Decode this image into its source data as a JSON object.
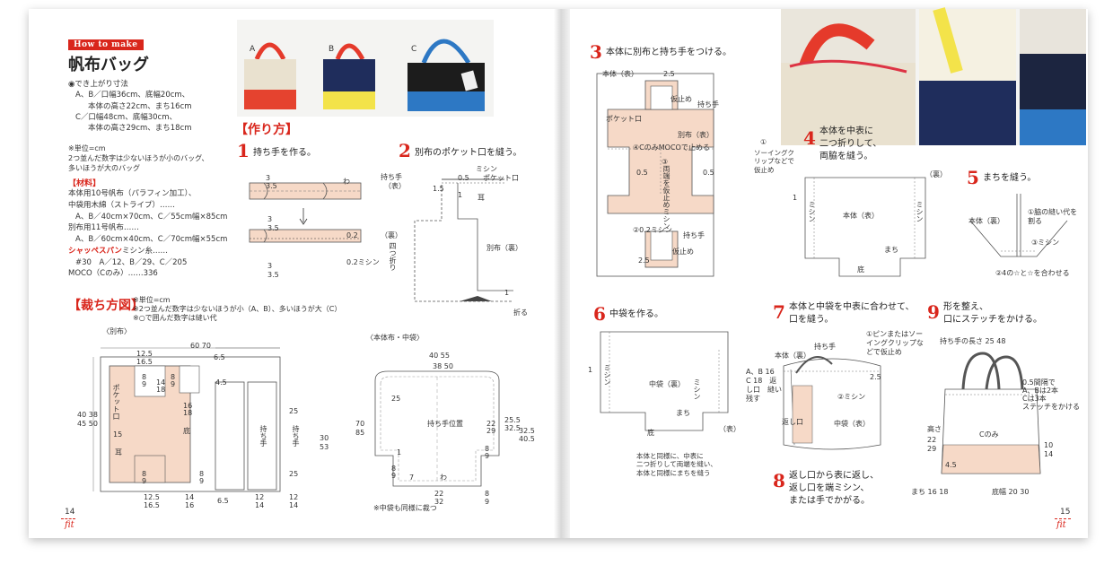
{
  "left": {
    "tag": "How to make",
    "title": "帆布バッグ",
    "spec_lines": [
      "◉でき上がり寸法",
      "A、B／口幅36cm、底幅20cm、",
      "本体の高さ22cm、まち16cm",
      "C／口幅48cm、底幅30cm、",
      "本体の高さ29cm、まち18cm"
    ],
    "note_lines": [
      "※単位=cm",
      "2つ並んだ数字は少ないほうが小のバッグ、",
      "多いほうが大のバッグ"
    ],
    "materials_heading": "【材料】",
    "materials_lines": [
      "本体用10号帆布（パラフィン加工）、",
      "中袋用木綿（ストライプ）……",
      "A、B／40cm×70cm、C／55cm幅×85cm",
      "別布用11号帆布……",
      "A、B／60cm×40cm、C／70cm幅×55cm",
      "ミシン糸……",
      "#30　A／12、B／29、C／205",
      "MOCO（Cのみ）……336"
    ],
    "materials_brand": "シャッペスパン",
    "photo_labels": [
      "A",
      "B",
      "C"
    ],
    "howto_heading": "【作り方】",
    "step1": {
      "num": "1",
      "text": "持ち手を作る。"
    },
    "step2": {
      "num": "2",
      "text": "別布のポケット口を縫う。"
    },
    "cut_heading": "【裁ち方図】",
    "cut_notes": [
      "※単位=cm",
      "※2つ並んだ数字は少ないほうが小（A、B）、多いほうが大（C）",
      "※○で囲んだ数字は縫い代"
    ],
    "bessfu_label": "〈別布〉",
    "honntai_label": "〈本体布・中袋〉",
    "nakafukuro_note": "※中袋も同様に裁つ",
    "page_num": "14",
    "fit_logo": "fit",
    "s1": {
      "d1": "3",
      "d2": "3.5",
      "wa": "わ",
      "mochite": "持ち手",
      "omote": "（表）",
      "d3": "3",
      "d4": "3.5",
      "d5": "0.2",
      "mishin": "0.2ミシン",
      "ura": "（裏）",
      "yotsu": "四つ折り"
    },
    "s2": {
      "mishin": "ミシン",
      "pocket": "ポケット口",
      "d05": "0.5",
      "d15": "1.5",
      "d1": "1",
      "mimi": "耳",
      "bess": "別布（裏）",
      "oru": "折る"
    },
    "c1": {
      "w": "60 70",
      "w2": "12.5",
      "w3": "16.5",
      "w4": "6.5",
      "h1": "40 38",
      "h2": "45 50",
      "p8": "8",
      "p9": "9",
      "p14": "14",
      "p16": "16",
      "p18": "18",
      "p45": "4.5",
      "pocket": "ポケット口",
      "c15": "15",
      "soko": "底",
      "mimi": "耳",
      "mochite": "持ち手",
      "c25": "25",
      "d3050": "30",
      "d53": "53",
      "d12": "12",
      "d14": "14"
    },
    "c2": {
      "w1": "40 55",
      "w2": "38 50",
      "h1": "70",
      "h2": "85",
      "c25": "25",
      "mochite_pos": "持ち手位置",
      "d22": "22",
      "d29": "29",
      "d255": "25.5",
      "d325": "32.5",
      "d3255": "32.5",
      "d405": "40.5",
      "wa": "わ",
      "d8": "8",
      "d9": "9",
      "d7": "7",
      "d1": "1",
      "d32": "32"
    }
  },
  "right": {
    "step3": {
      "num": "3",
      "text": "本体に別布と持ち手をつける。"
    },
    "s3": {
      "honntai": "本体（表）",
      "d25": "2.5",
      "karidome": "仮止め",
      "mochite": "持ち手",
      "pocket": "ポケット口",
      "bess": "別布（表）",
      "moco": "④CのみMOCOで止める",
      "d05": "0.5",
      "ryohashi": "両端を仮止めミシン",
      "mishin02": "②0.2ミシン",
      "sewing": "ソーイングクリップなどで仮止め",
      "c1": "①",
      "c3": "③",
      "d2": "2.5"
    },
    "step4": {
      "num": "4",
      "text_lines": [
        "本体を中表に",
        "二つ折りして、",
        "両脇を縫う。"
      ]
    },
    "s4": {
      "ura": "（裏）",
      "honntai": "本体（表）",
      "mishin": "ミシン",
      "mach": "まち",
      "soko": "底",
      "d1": "1"
    },
    "step5": {
      "num": "5",
      "text": "まちを縫う。"
    },
    "s5": {
      "honntai": "本体（裏）",
      "c1": "①脇の縫い代を割る",
      "c3": "③ミシン",
      "c2": "②4の☆と☆を合わせる"
    },
    "step6": {
      "num": "6",
      "text": "中袋を作る。"
    },
    "s6": {
      "d1": "1",
      "mishin": "ミシン",
      "naka": "中袋（裏）",
      "mach": "まち",
      "soko": "底",
      "omote": "（表）",
      "kaeshi": "A、B 16　C 18　返し口　縫い残す",
      "note_lines": [
        "本体と同様に、中表に",
        "二つ折りして両端を縫い、",
        "本体と同様にまちを縫う"
      ]
    },
    "step7": {
      "num": "7",
      "text_lines": [
        "本体と中袋を中表に合わせて、",
        "口を縫う。"
      ]
    },
    "s7": {
      "honntai": "本体（裏）",
      "mochite": "持ち手",
      "clip": "①ピンまたはソーイングクリップなどで仮止め",
      "mishin": "②ミシン",
      "kaeshi": "返し口",
      "naka": "中袋（表）",
      "d25": "2.5"
    },
    "step8": {
      "num": "8",
      "text_lines": [
        "返し口から表に返し、",
        "返し口を端ミシン、",
        "または手でかがる。"
      ]
    },
    "step9": {
      "num": "9",
      "text_lines": [
        "形を整え、",
        "口にステッチをかける。"
      ]
    },
    "s9": {
      "mochite_len": "持ち手の長さ 25 48",
      "sm": "0.5間隔で",
      "sm2": "A、Bは2本",
      "sm3": "Cは3本",
      "sm4": "ステッチをかける",
      "conly": "Cのみ",
      "taka": "高さ",
      "d22": "22",
      "d29": "29",
      "d10": "10",
      "d14": "14",
      "d45": "4.5",
      "mach": "まち 16 18",
      "soko": "底幅 20 30"
    },
    "page_num": "15",
    "fit_logo": "fit"
  },
  "colors": {
    "accent": "#d9261c",
    "fabric": "#f6d9c7",
    "navy": "#1f2d5c",
    "blue": "#2d78c4",
    "yellow": "#f3e34a",
    "red": "#e53a2b",
    "cream": "#e9e1cf"
  }
}
